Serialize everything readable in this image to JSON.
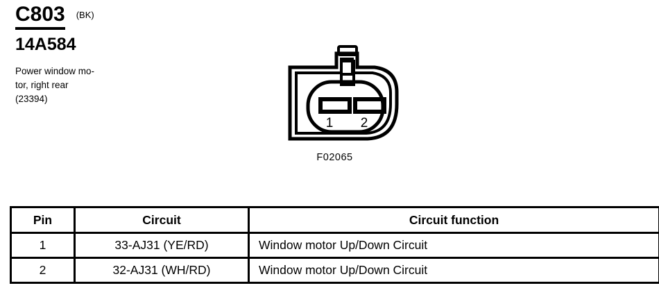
{
  "header": {
    "connector_id": "C803",
    "color_code": "(BK)",
    "part_number": "14A584",
    "description_lines": [
      "Power window mo-",
      "tor, right rear",
      "(23394)"
    ]
  },
  "figure": {
    "label": "F02065",
    "pin_labels": [
      "1",
      "2"
    ],
    "stroke_color": "#000000",
    "fill_color": "#ffffff"
  },
  "table": {
    "columns": [
      "Pin",
      "Circuit",
      "Circuit function"
    ],
    "rows": [
      {
        "pin": "1",
        "circuit": "33-AJ31 (YE/RD)",
        "function": "Window motor Up/Down Circuit"
      },
      {
        "pin": "2",
        "circuit": "32-AJ31 (WH/RD)",
        "function": "Window motor Up/Down Circuit"
      }
    ]
  }
}
